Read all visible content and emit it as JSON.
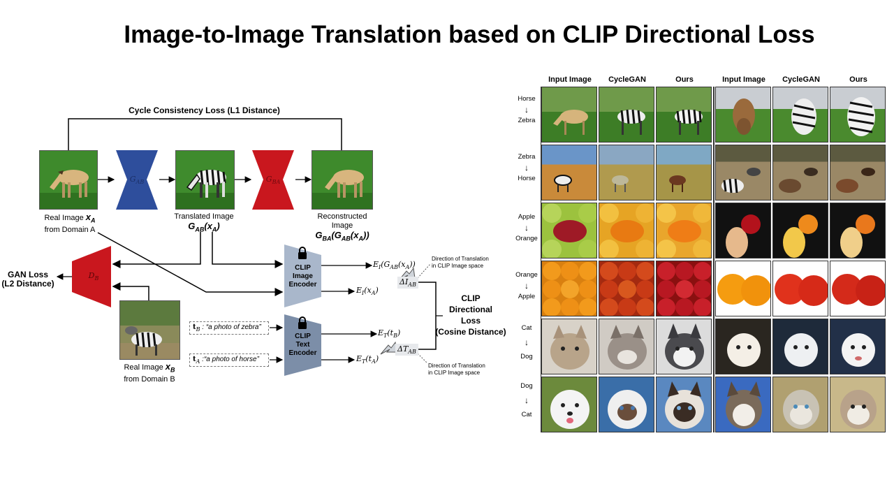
{
  "title": "Image-to-Image Translation based on CLIP Directional Loss",
  "diagram": {
    "cycle_loss": "Cycle Consistency Loss (L1 Distance)",
    "gen_ab": "G",
    "gen_ab_sub": "AB",
    "gen_ba": "G",
    "gen_ba_sub": "BA",
    "disc": "D",
    "disc_sub": "B",
    "real_a_line1": "Real Image",
    "real_a_var": "x",
    "real_a_var_sub": "A",
    "real_a_line2": "from Domain A",
    "translated_line1": "Translated Image",
    "translated_expr": "G",
    "translated_expr_sub": "AB",
    "translated_expr_arg": "(x",
    "translated_expr_arg_sub": "A",
    "translated_expr_close": ")",
    "recon_line1": "Reconstructed",
    "recon_line2": "Image",
    "recon_expr": "G",
    "recon_expr_sub": "BA",
    "recon_expr_mid": "(G",
    "recon_expr_mid_sub": "AB",
    "recon_expr_arg": "(x",
    "recon_expr_arg_sub": "A",
    "recon_expr_close": "))",
    "gan_loss_line1": "GAN Loss",
    "gan_loss_line2": "(L2 Distance)",
    "real_b_line1": "Real Image",
    "real_b_var": "x",
    "real_b_var_sub": "B",
    "real_b_line2": "from Domain B",
    "clip_image_encoder": [
      "CLIP",
      "Image",
      "Encoder"
    ],
    "clip_text_encoder": [
      "CLIP",
      "Text",
      "Encoder"
    ],
    "text_b_sym": "t",
    "text_b_sub": "B",
    "text_b_quote": " : “a photo of zebra”",
    "text_a_sym": "t",
    "text_a_sub": "A",
    "text_a_quote": " :“a photo of horse”",
    "ei_gab": "E",
    "ei_gab_sub": "I",
    "ei_gab_arg": "(G",
    "ei_gab_arg_sub": "AB",
    "ei_gab_arg2": "(x",
    "ei_gab_arg2_sub": "A",
    "ei_gab_close": "))",
    "ei_xa": "E",
    "ei_xa_sub": "I",
    "ei_xa_arg": "(x",
    "ei_xa_arg_sub": "A",
    "ei_xa_close": ")",
    "delta_i": "ΔI",
    "delta_i_sub": "AB",
    "et_tb": "E",
    "et_tb_sub": "T",
    "et_tb_arg": "(t",
    "et_tb_arg_sub": "B",
    "et_tb_close": ")",
    "et_ta": "E",
    "et_ta_sub": "T",
    "et_ta_arg": "(t",
    "et_ta_arg_sub": "A",
    "et_ta_close": ")",
    "delta_t": "ΔT",
    "delta_t_sub": "AB",
    "dir_img_line1": "Direction of Translation",
    "dir_img_line2": "in CLIP Image space",
    "dir_txt_line1": "Direction of Translation",
    "dir_txt_line2": "in CLIP Image space",
    "clip_dir_loss": [
      "CLIP",
      "Directional",
      "Loss",
      "(Cosine Distance)"
    ]
  },
  "results": {
    "headers": [
      "Input Image",
      "CycleGAN",
      "Ours",
      "Input Image",
      "CycleGAN",
      "Ours"
    ],
    "rows": [
      {
        "from": "Horse",
        "to": "Zebra"
      },
      {
        "from": "Zebra",
        "to": "Horse"
      },
      {
        "from": "Apple",
        "to": "Orange"
      },
      {
        "from": "Orange",
        "to": "Apple"
      },
      {
        "from": "Cat",
        "to": "Dog"
      },
      {
        "from": "Dog",
        "to": "Cat"
      }
    ]
  },
  "colors": {
    "gen_ab": "#2e4e9c",
    "gen_ba": "#c9171e",
    "disc": "#c9171e",
    "clip_image": "#a9b7cb",
    "clip_text": "#7c8ea8"
  }
}
